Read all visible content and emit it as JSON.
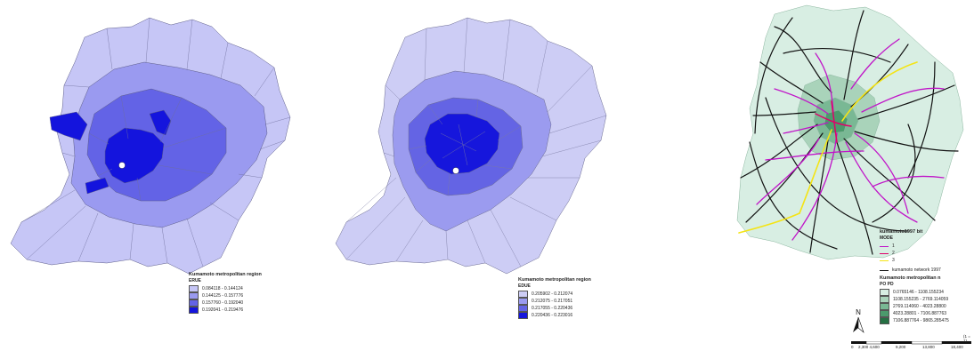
{
  "maps": [
    {
      "title": "Kumamoto metropolitan region",
      "field": "ERUE",
      "classes": [
        {
          "label": "0.084118 - 0.144124",
          "color": "#c6c6f6"
        },
        {
          "label": "0.144125 - 0.157776",
          "color": "#9a9af0"
        },
        {
          "label": "0.157760 - 0.192040",
          "color": "#6363e6"
        },
        {
          "label": "0.192041 - 0.219476",
          "color": "#1414dd"
        }
      ]
    },
    {
      "title": "Kumamoto metropolitan region",
      "field": "EDUE",
      "classes": [
        {
          "label": "0.205902 - 0.212074",
          "color": "#cdcdf5"
        },
        {
          "label": "0.212075 - 0.217051",
          "color": "#9b9bef"
        },
        {
          "label": "0.217055 - 0.220436",
          "color": "#6464e4"
        },
        {
          "label": "0.220436 - 0.223016",
          "color": "#1616dc"
        }
      ]
    },
    {
      "network_title": "kumamoto1997 bit",
      "mode_title": "MODE",
      "modes": [
        {
          "label": "1",
          "color": "#c015c8"
        },
        {
          "label": "2",
          "color": "#e0006a"
        },
        {
          "label": "3",
          "color": "#f4e415"
        }
      ],
      "network_label": "kumamoto network 1997",
      "region_title": "Kumamoto metropolitan n",
      "field": "PO PD",
      "classes": [
        {
          "label": "0.0765146 - 1108.155234",
          "color": "#d8eee3"
        },
        {
          "label": "1108.155235 - 2769.114059",
          "color": "#a9d3ba"
        },
        {
          "label": "2769.114060 - 4023.28800",
          "color": "#79b894"
        },
        {
          "label": "4023.28801 - 7106.887763",
          "color": "#4b9a6c"
        },
        {
          "label": "7106.887764 - 9865.285475",
          "color": "#256f43"
        }
      ],
      "north_label": "N",
      "scale": {
        "ticks": [
          "0",
          "2,300 4,600",
          "9,200",
          "13,800",
          "18,400"
        ],
        "unit_label": "(1 = 1)"
      }
    }
  ]
}
